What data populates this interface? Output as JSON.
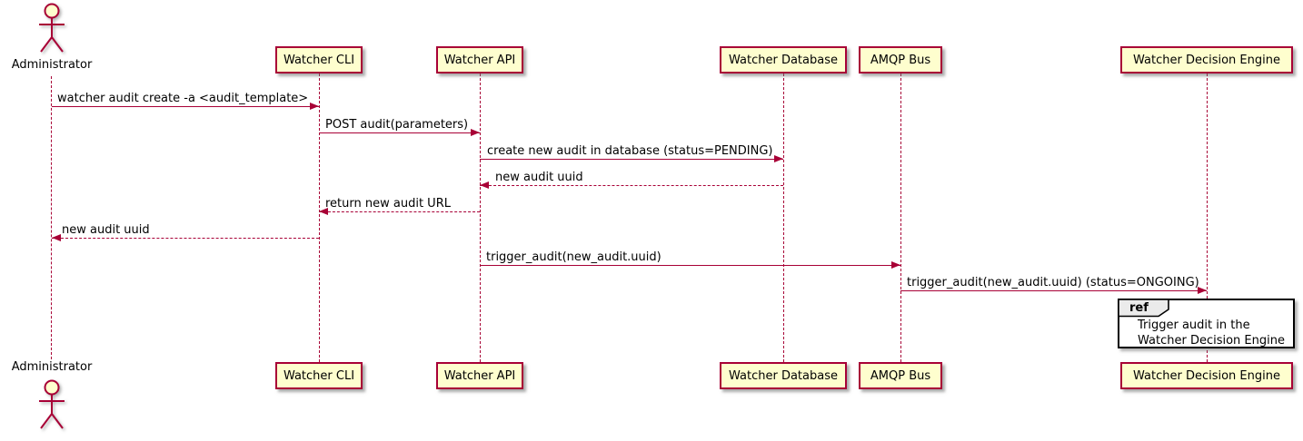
{
  "diagram_type": "uml-sequence-diagram",
  "colors": {
    "participant_fill": "#FEFECE",
    "participant_border": "#A80036",
    "arrow": "#A80036",
    "text": "#000000",
    "ref_border": "#000000",
    "ref_tab_fill": "#EBEBEB"
  },
  "actor": {
    "name": "Administrator"
  },
  "participants": [
    {
      "label": "Watcher CLI"
    },
    {
      "label": "Watcher API"
    },
    {
      "label": "Watcher Database"
    },
    {
      "label": "AMQP Bus"
    },
    {
      "label": "Watcher Decision Engine"
    }
  ],
  "messages": [
    {
      "label": "watcher audit create -a <audit_template>",
      "from": "Administrator",
      "to": "Watcher CLI",
      "line": "solid"
    },
    {
      "label": "POST audit(parameters)",
      "from": "Watcher CLI",
      "to": "Watcher API",
      "line": "solid"
    },
    {
      "label": "create new audit in database (status=PENDING)",
      "from": "Watcher API",
      "to": "Watcher Database",
      "line": "solid"
    },
    {
      "label": "new audit uuid",
      "from": "Watcher Database",
      "to": "Watcher API",
      "line": "dashed"
    },
    {
      "label": "return new audit URL",
      "from": "Watcher API",
      "to": "Watcher CLI",
      "line": "dashed"
    },
    {
      "label": "new audit uuid",
      "from": "Watcher CLI",
      "to": "Administrator",
      "line": "dashed"
    },
    {
      "label": "trigger_audit(new_audit.uuid)",
      "from": "Watcher API",
      "to": "AMQP Bus",
      "line": "solid"
    },
    {
      "label": "trigger_audit(new_audit.uuid) (status=ONGOING)",
      "from": "AMQP Bus",
      "to": "Watcher Decision Engine",
      "line": "solid"
    }
  ],
  "ref": {
    "keyword": "ref",
    "lines": [
      "Trigger audit in the",
      "Watcher Decision Engine"
    ]
  }
}
